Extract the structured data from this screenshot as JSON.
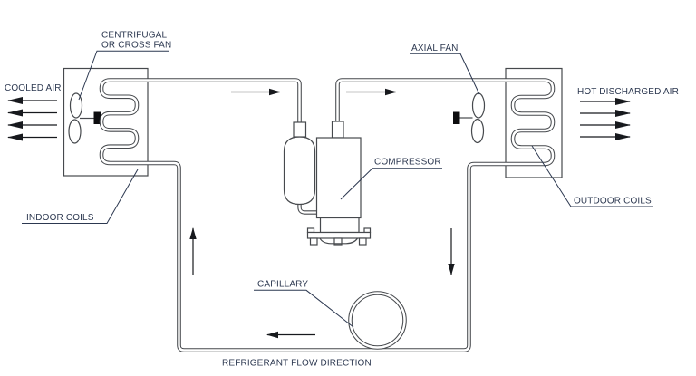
{
  "labels": {
    "centrifugal_fan_line1": "CENTRIFUGAL",
    "centrifugal_fan_line2": "OR CROSS FAN",
    "cooled_air": "COOLED AIR",
    "indoor_coils": "INDOOR COILS",
    "compressor": "COMPRESSOR",
    "axial_fan": "AXIAL FAN",
    "hot_discharged_air": "HOT DISCHARGED AIR",
    "outdoor_coils": "OUTDOOR COILS",
    "capillary": "CAPILLARY",
    "refrigerant_flow_direction": "REFRIGERANT FLOW DIRECTION"
  },
  "airflow": {
    "cooled_air_arrow_count": 4,
    "cooled_air_direction": "left",
    "hot_air_arrow_count": 4,
    "hot_air_direction": "right"
  },
  "refrigerant_flow": {
    "top_line_direction": "right",
    "left_riser_direction": "up",
    "right_riser_direction": "down",
    "bottom_line_direction": "left"
  },
  "colors": {
    "line": "#46494d",
    "text": "#2c3850",
    "arrow": "#17191d",
    "background": "#ffffff"
  }
}
